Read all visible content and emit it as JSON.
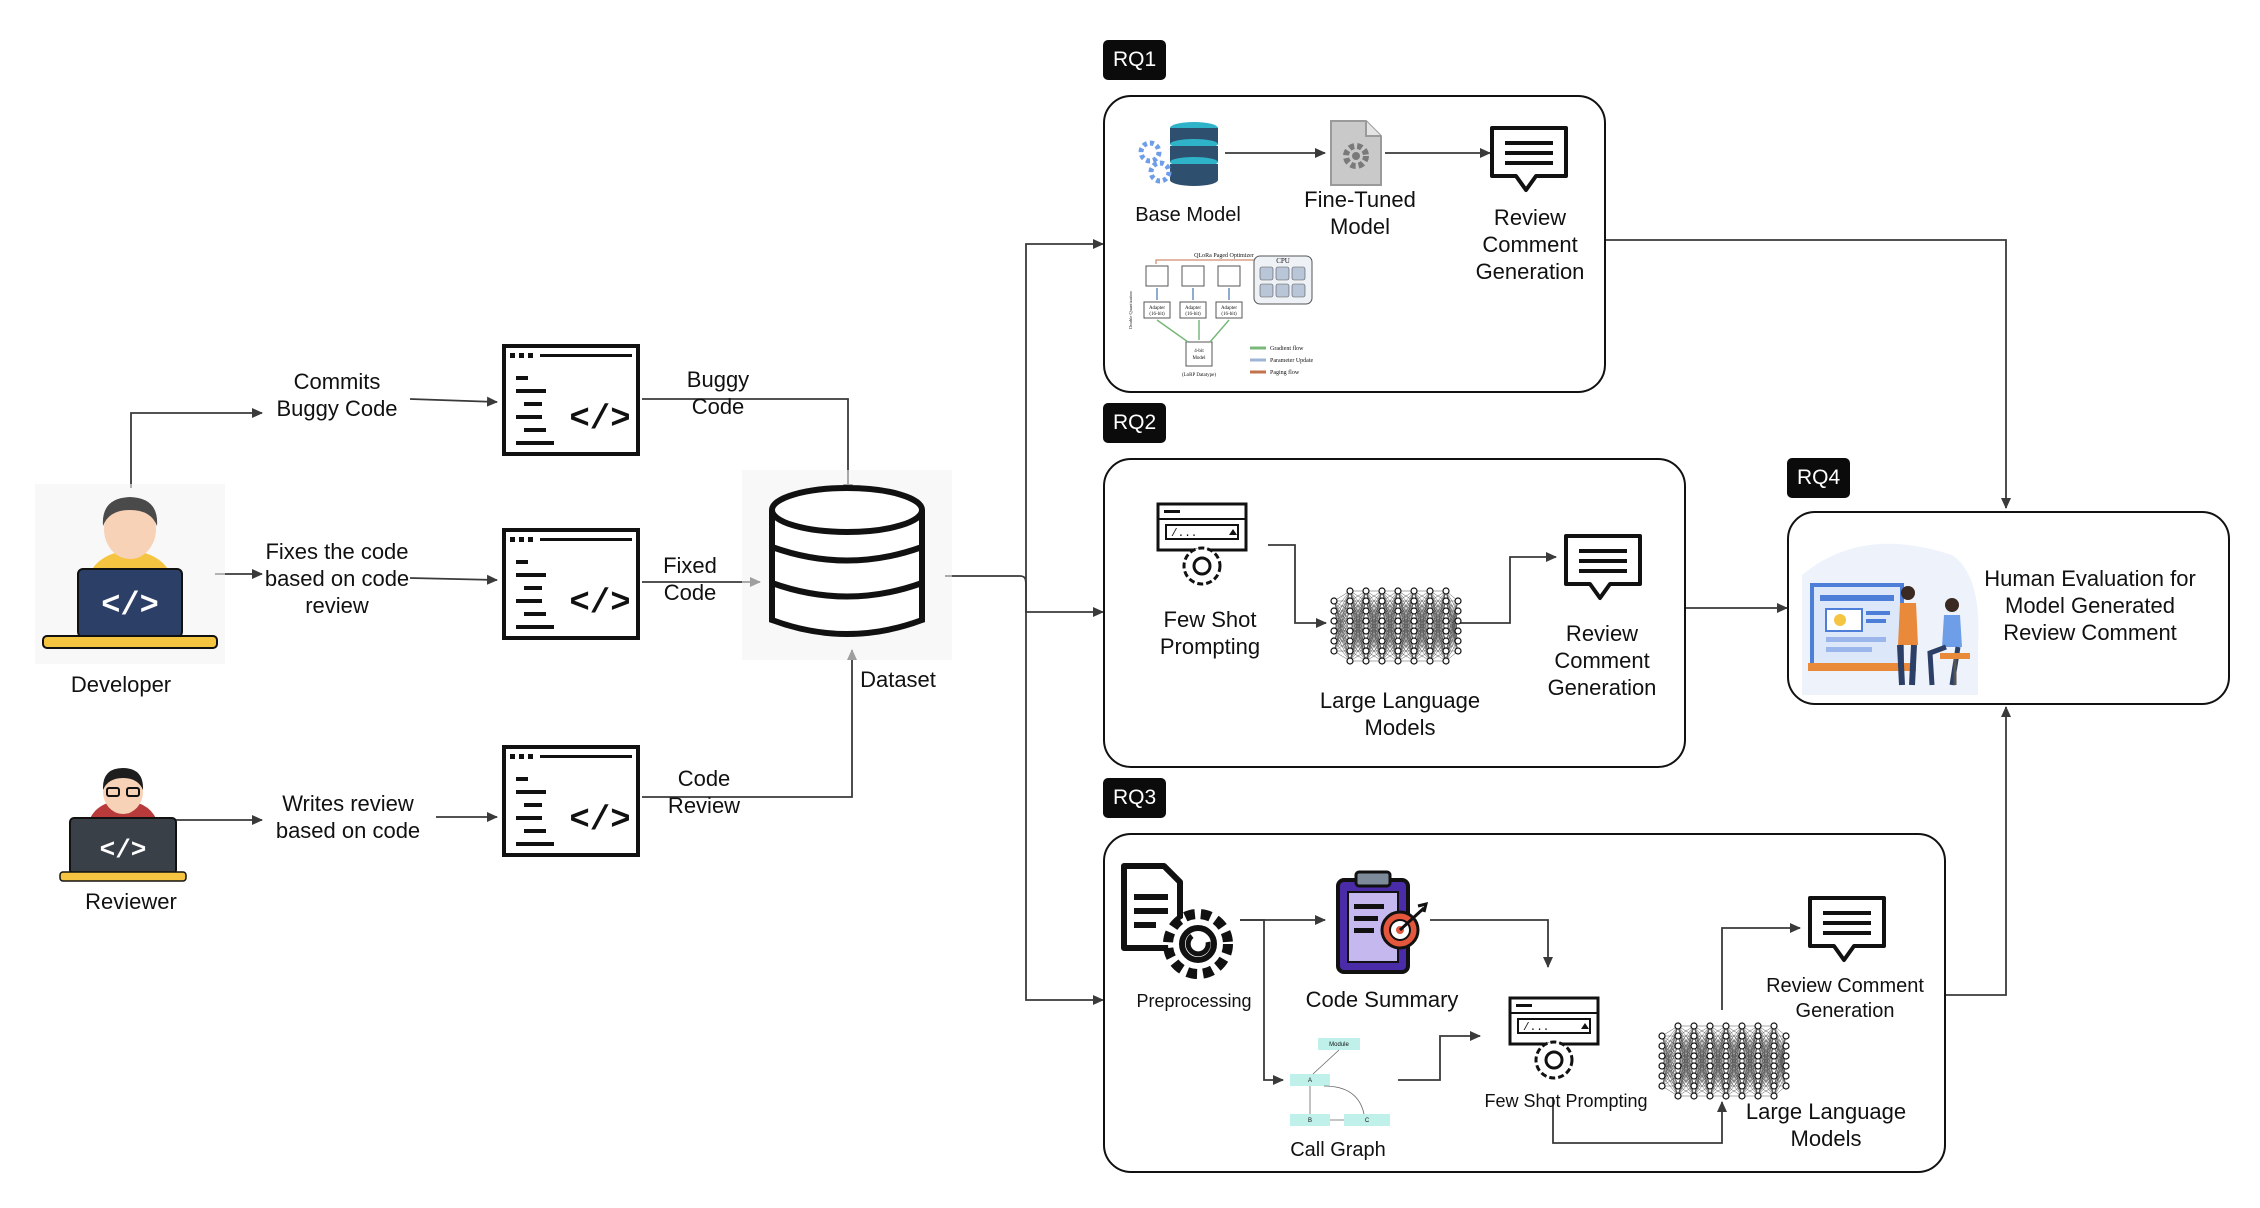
{
  "actors": {
    "developer": "Developer",
    "reviewer": "Reviewer"
  },
  "actions": {
    "commits": [
      "Commits",
      "Buggy Code"
    ],
    "fixes": [
      "Fixes the code",
      "based on code",
      "review"
    ],
    "writes": [
      "Writes review",
      "based on code"
    ]
  },
  "outputs": {
    "buggy": [
      "Buggy",
      "Code"
    ],
    "fixed": [
      "Fixed",
      "Code"
    ],
    "review": [
      "Code",
      "Review"
    ]
  },
  "dataset": "Dataset",
  "rq_tags": {
    "rq1": "RQ1",
    "rq2": "RQ2",
    "rq3": "RQ3",
    "rq4": "RQ4"
  },
  "rq1": {
    "base_model": "Base Model",
    "fine_tuned": [
      "Fine-Tuned",
      "Model"
    ],
    "review_gen": [
      "Review",
      "Comment",
      "Generation"
    ],
    "qlora": {
      "title": "QLoRa Paged Optimizer",
      "cpu": "CPU",
      "adapter": [
        "Adapter",
        "(16-bit)"
      ],
      "model": [
        "4-bit",
        "Model"
      ],
      "side": "Double Quantization",
      "caption": "(LoRP Datatype)",
      "legend": [
        "Gradient flow",
        "Parameter Update",
        "Paging flow"
      ]
    }
  },
  "rq2": {
    "few_shot": [
      "Few Shot",
      "Prompting"
    ],
    "llm": [
      "Large Language",
      "Models"
    ],
    "review_gen": [
      "Review",
      "Comment",
      "Generation"
    ],
    "prompt_glyph": "/..."
  },
  "rq3": {
    "preprocessing": "Preprocessing",
    "code_summary": "Code Summary",
    "call_graph": "Call Graph",
    "call_graph_nodes": [
      "Module",
      "A",
      "B",
      "C"
    ],
    "few_shot": "Few Shot Prompting",
    "llm": [
      "Large Language",
      "Models"
    ],
    "review_gen": [
      "Review Comment",
      "Generation"
    ]
  },
  "rq4": {
    "text": [
      "Human Evaluation for",
      "Model Generated",
      "Review Comment"
    ]
  },
  "colors": {
    "line": "#3a3a3a",
    "db_blue": "#2e4f6e",
    "db_teal": "#2fb3c8",
    "gear_blue": "#6f9ee8",
    "shirt_yellow": "#f5c542",
    "laptop_navy": "#2c3f66",
    "skin": "#f7d2b6",
    "clipboard": "#4a2ba8",
    "target_red": "#e4573d",
    "cg_teal": "#bff0ea"
  }
}
